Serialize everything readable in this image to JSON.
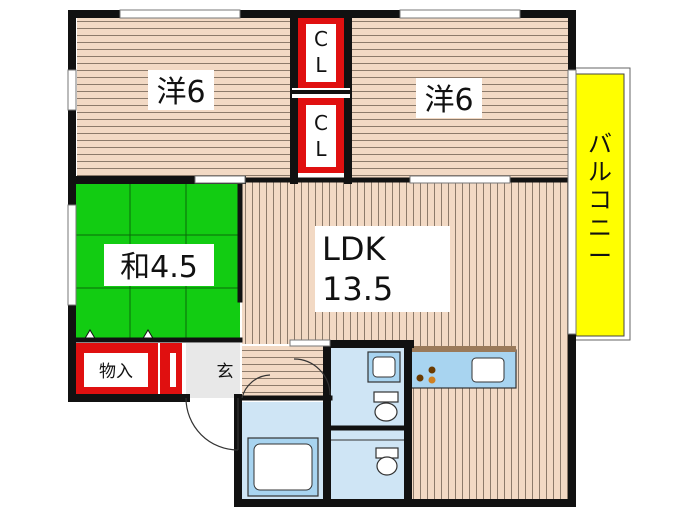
{
  "rooms": {
    "western_left": "洋6",
    "western_right": "洋6",
    "closet_top": [
      "C",
      "L"
    ],
    "closet_bottom": [
      "C",
      "L"
    ],
    "japanese": "和4.5",
    "ldk_name": "LDK",
    "ldk_size": "13.5",
    "storage": "物入",
    "entrance": "玄",
    "balcony": [
      "バ",
      "ル",
      "コ",
      "ニ",
      "ー"
    ]
  },
  "colors": {
    "floor_wood": "#f2d9c4",
    "floor_stripe": "#8c7a6a",
    "tatami": "#12cc12",
    "closet": "#e01010",
    "balcony": "#ffff00",
    "wet_area": "#cfe5f5",
    "fixture": "#a8d4f0",
    "wall": "#111111"
  }
}
